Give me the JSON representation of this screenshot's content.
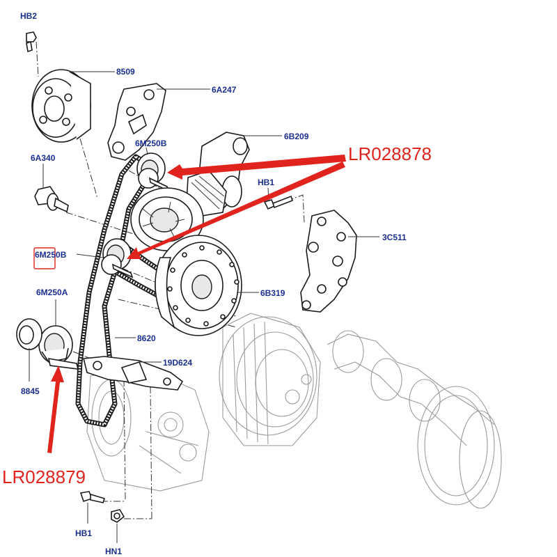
{
  "labels": {
    "hb2": "HB2",
    "p8509": "8509",
    "p6a247": "6A247",
    "p6m250b_top": "6M250B",
    "p6b209": "6B209",
    "p6a340": "6A340",
    "hb1_top": "HB1",
    "p3c511": "3C511",
    "p6m250b_mid": "6M250B",
    "p6m250a": "6M250A",
    "p6b319": "6B319",
    "p8620": "8620",
    "p19d624": "19D624",
    "p8845": "8845",
    "hb1_bottom": "HB1",
    "hn1": "HN1"
  },
  "annotations": {
    "lr028878": "LR028878",
    "lr028879": "LR028879"
  },
  "colors": {
    "label_blue": "#1a2f8f",
    "annotation_red": "#e0231d",
    "line_dark": "#1a1a1a",
    "ghost_gray": "#9a9a9a"
  }
}
